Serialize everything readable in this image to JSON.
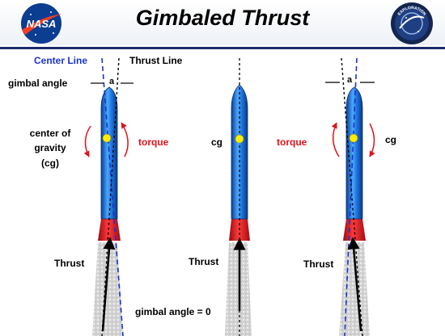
{
  "header": {
    "title": "Gimbaled  Thrust",
    "logo_left": {
      "icon": "nasa-logo",
      "text": "NASA"
    },
    "logo_right": {
      "icon": "exploration-logo",
      "text": "EXPLORATION"
    }
  },
  "labels": {
    "center_line": "Center Line",
    "thrust_line": "Thrust Line",
    "gimbal_angle": "gimbal angle",
    "angle_symbol": "a",
    "cg_long_1": "center of",
    "cg_long_2": "gravity",
    "cg_long_3": "(cg)",
    "cg": "cg",
    "torque": "torque",
    "thrust": "Thrust",
    "gimbal_zero": "gimbal  angle = 0"
  },
  "colors": {
    "center_line": "#1a33cc",
    "torque": "#e0121b",
    "rocket_body": "#1c6fd8",
    "engine": "#e01020",
    "cg_dot": "#ffee00",
    "plume": "#cccccc"
  }
}
